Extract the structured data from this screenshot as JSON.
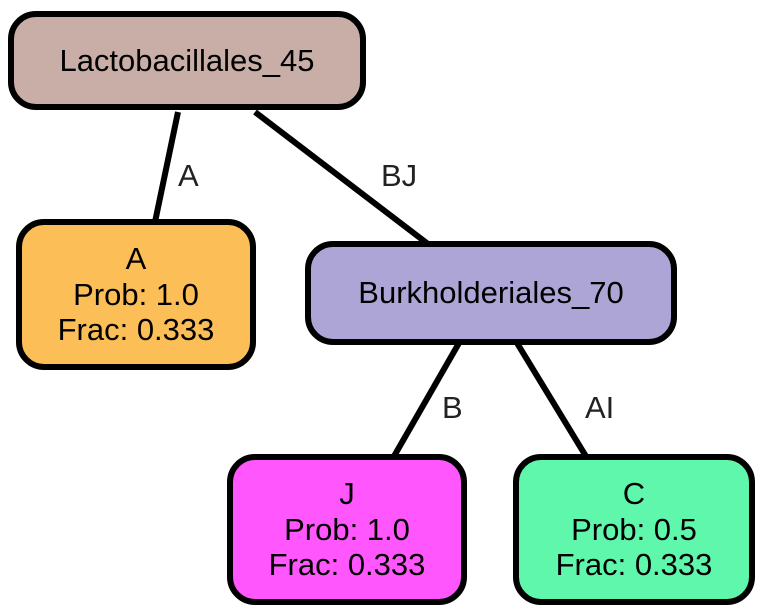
{
  "nodes": {
    "root": {
      "title": "Lactobacillales_45",
      "color": "#c9aea8"
    },
    "a": {
      "title": "A",
      "prob": "Prob: 1.0",
      "frac": "Frac: 0.333",
      "color": "#fcbe57"
    },
    "burk": {
      "title": "Burkholderiales_70",
      "color": "#ada5d6"
    },
    "j": {
      "title": "J",
      "prob": "Prob: 1.0",
      "frac": "Frac: 0.333",
      "color": "#ff57fd"
    },
    "c": {
      "title": "C",
      "prob": "Prob: 0.5",
      "frac": "Frac: 0.333",
      "color": "#5ef7ab"
    }
  },
  "edges": {
    "root_a": "A",
    "root_burk": "BJ",
    "burk_j": "B",
    "burk_c": "AI"
  }
}
